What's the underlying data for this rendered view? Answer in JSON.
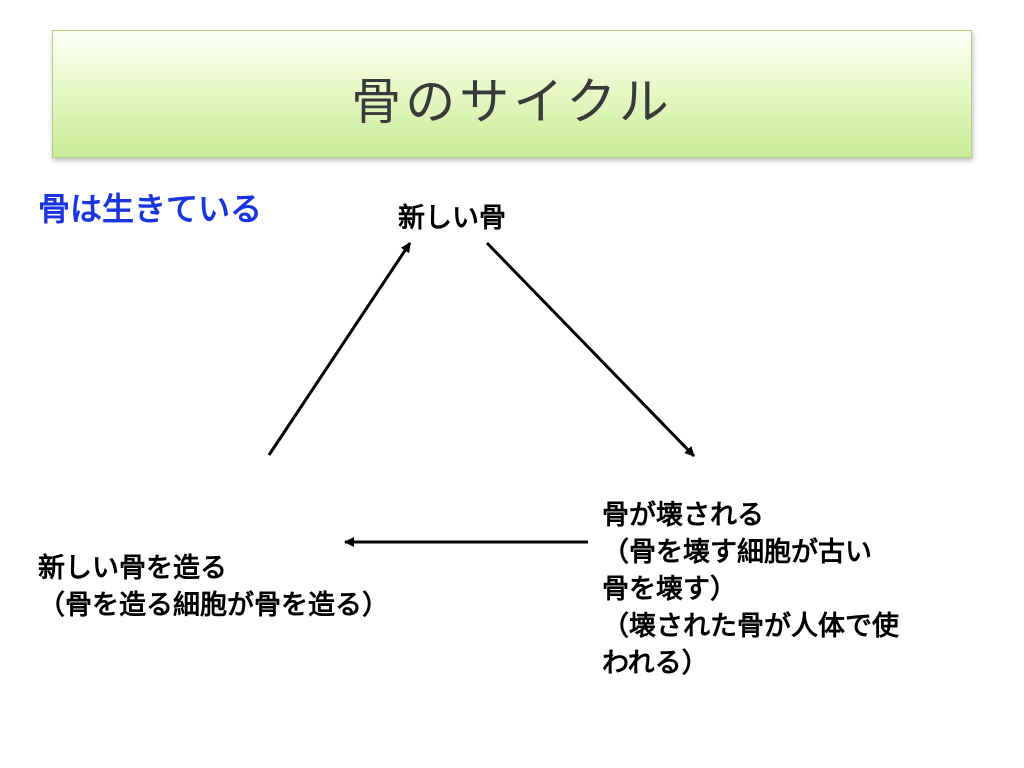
{
  "title": "骨のサイクル",
  "subtitle": "骨は生きている",
  "nodes": {
    "top": {
      "lines": [
        "新しい骨"
      ]
    },
    "left": {
      "lines": [
        "新しい骨を造る",
        "（骨を造る細胞が骨を造る）"
      ]
    },
    "right": {
      "lines": [
        "骨が壊される",
        "（骨を壊す細胞が古い",
        "骨を壊す）",
        "（壊された骨が人体で使",
        "われる）"
      ]
    }
  }
}
